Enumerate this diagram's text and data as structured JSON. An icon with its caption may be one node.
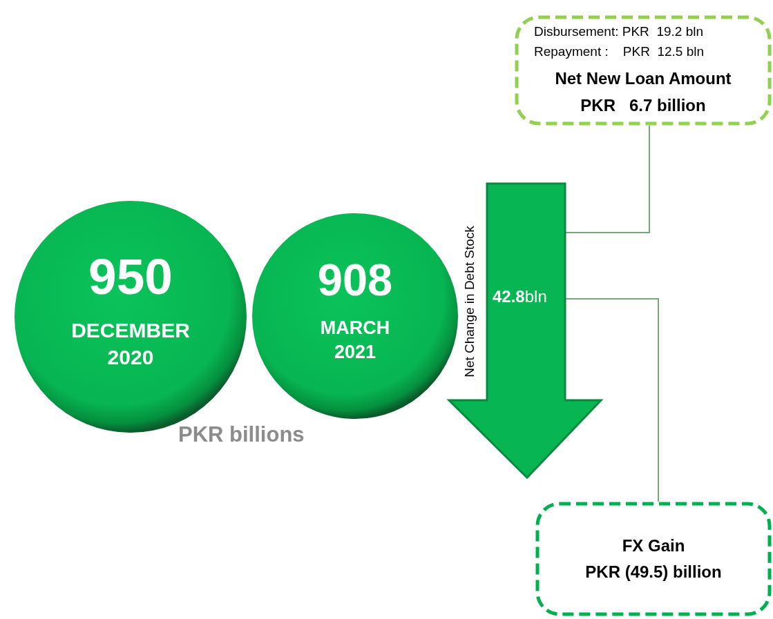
{
  "diagram": {
    "nodes": [
      {
        "text": [
          "950",
          "DECEMBER 2020"
        ]
      },
      {
        "text": [
          "908",
          "MARCH 2021"
        ]
      },
      {
        "text": [
          "**42.8**bln"
        ],
        "beside": [
          "Net Change in Debt Stock"
        ]
      },
      {
        "text": [
          "Disbursement: PKR  19.2 bln",
          "Repayment :    PKR  12.5 bln",
          "Net New Loan Amount",
          "PKR   6.7 billion"
        ]
      },
      {
        "text": [
          "FX Gain",
          "PKR (49.5) billion"
        ]
      }
    ],
    "edges": [
      {
        "from": 3,
        "to": 2,
        "arrow": "none"
      },
      {
        "from": 4,
        "to": 2,
        "arrow": "none"
      }
    ],
    "labels": [
      "PKR billions"
    ]
  }
}
